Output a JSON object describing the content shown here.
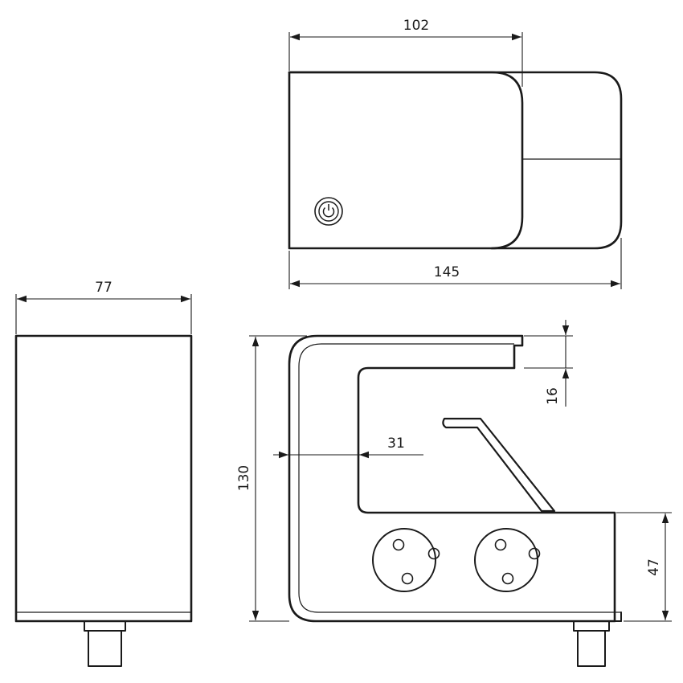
{
  "dimensions": {
    "top_width_inner": "102",
    "top_width_total": "145",
    "side_width": "77",
    "front_height": "130",
    "clamp_depth": "31",
    "clamp_gap": "16",
    "socket_height": "47"
  },
  "icons": {
    "power_button": "power-icon"
  },
  "colors": {
    "line": "#1a1a1a",
    "background": "#ffffff"
  }
}
